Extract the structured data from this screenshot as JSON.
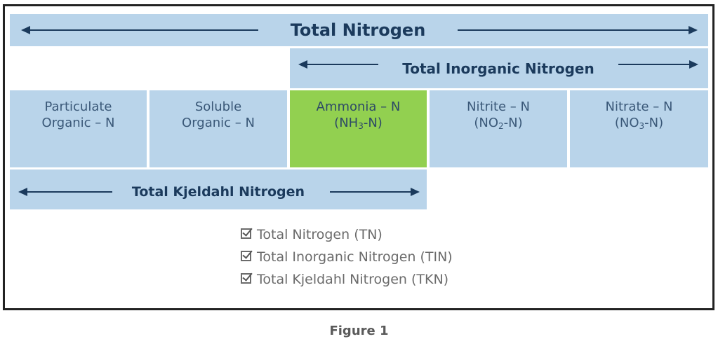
{
  "bands": {
    "total_nitrogen": "Total Nitrogen",
    "total_inorganic_nitrogen": "Total Inorganic Nitrogen",
    "total_kjeldahl_nitrogen": "Total Kjeldahl Nitrogen"
  },
  "components": [
    {
      "line1": "Particulate",
      "line2": "Organic – N"
    },
    {
      "line1": "Soluble",
      "line2": "Organic – N"
    },
    {
      "line1": "Ammonia – N",
      "formula_pre": "(NH",
      "formula_sub": "3",
      "formula_post": "-N)"
    },
    {
      "line1": "Nitrite – N",
      "formula_pre": "(NO",
      "formula_sub": "2",
      "formula_post": "-N)"
    },
    {
      "line1": "Nitrate – N",
      "formula_pre": "(NO",
      "formula_sub": "3",
      "formula_post": "-N)"
    }
  ],
  "legend": [
    "Total Nitrogen (TN)",
    "Total Inorganic Nitrogen (TIN)",
    "Total Kjeldahl Nitrogen (TKN)"
  ],
  "caption": "Figure 1",
  "colors": {
    "band": "#b9d4ea",
    "highlight": "#92d050",
    "title_text": "#1b3a5c",
    "frame": "#222222"
  }
}
